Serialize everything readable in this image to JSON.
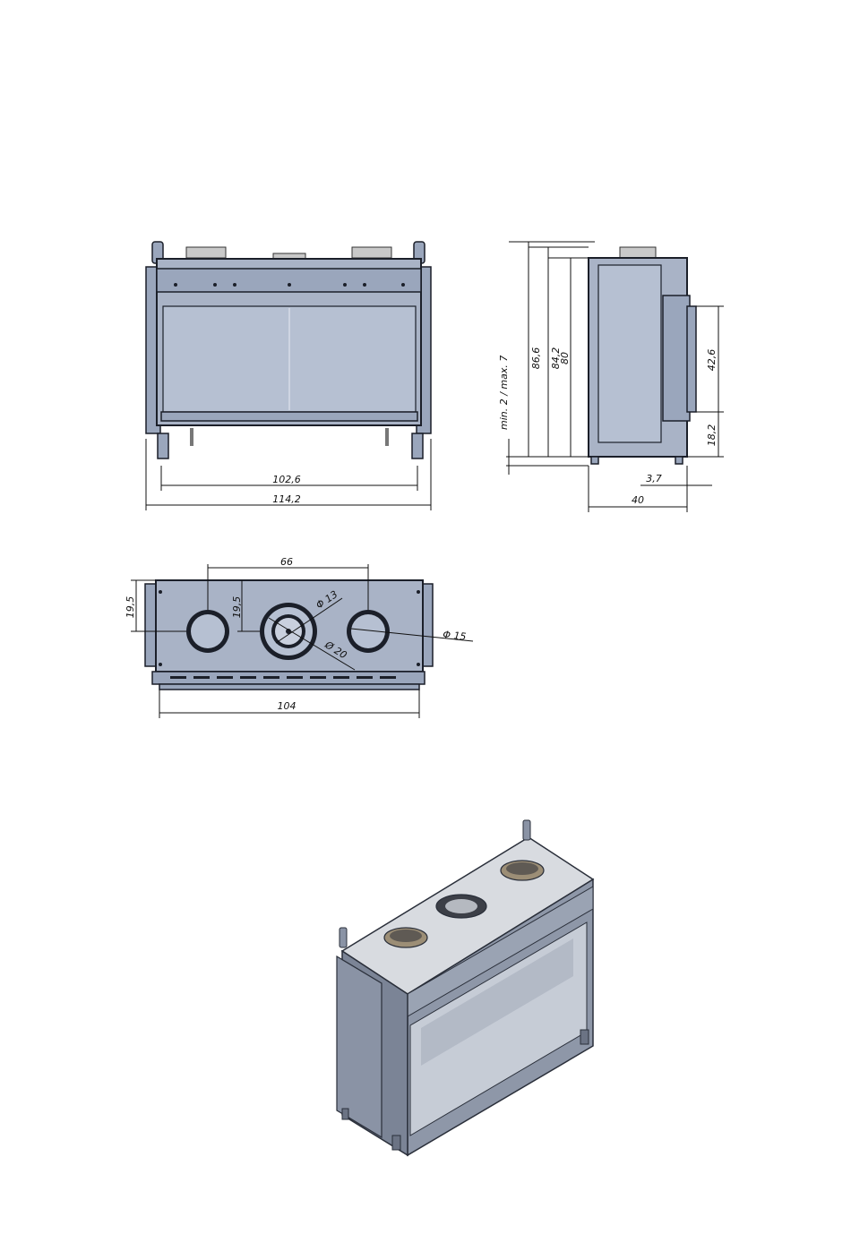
{
  "front_view": {
    "dimensions": {
      "inner_width": "102,6",
      "outer_width": "114,2"
    }
  },
  "side_view": {
    "dimensions": {
      "min_max": "min. 2 / max. 7",
      "h1": "86,6",
      "h2": "84,2",
      "h3": "80",
      "h_outlet": "42,6",
      "h_bottom": "18,2",
      "offset": "3,7",
      "depth": "40"
    }
  },
  "top_view": {
    "dimensions": {
      "spacing": "66",
      "edge_left": "19,5",
      "edge_center": "19,5",
      "dia_inner": "Φ 13",
      "dia_outer": "Ø 20",
      "dia_side": "Φ 15",
      "width": "104"
    }
  },
  "colors": {
    "body": "#a9b3c6",
    "panel": "#9aa6bc",
    "glass": "#b6c0d2",
    "outline": "#1b1f29"
  }
}
